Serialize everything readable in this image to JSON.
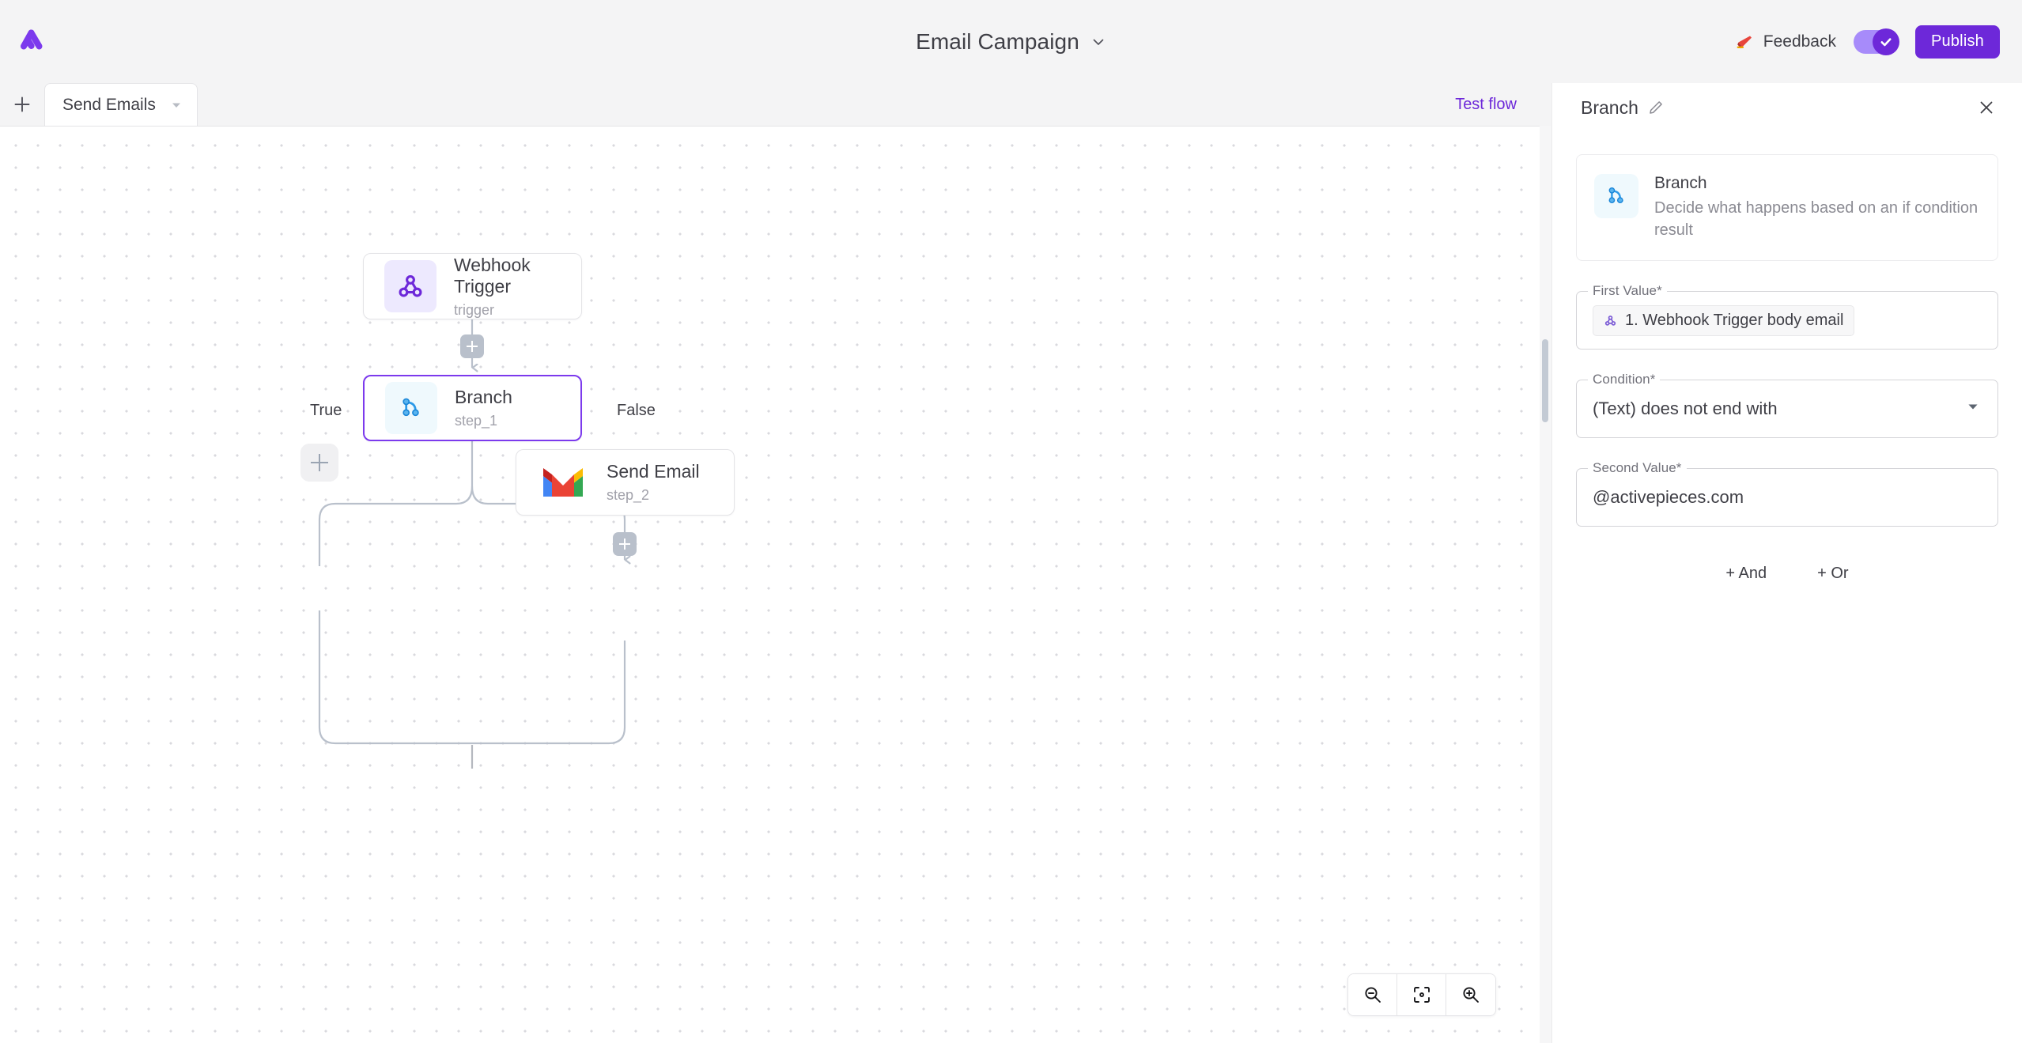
{
  "header": {
    "logo_name": "activepieces-logo",
    "flow_title": "Email Campaign",
    "title_caret": "chevron-down-icon",
    "feedback_label": "Feedback",
    "feedback_icon": "megaphone-icon",
    "toggle_state": "on",
    "toggle_icon": "check-icon",
    "publish_label": "Publish",
    "accent_color": "#6d28d9",
    "toggle_track_color": "#a78bfa"
  },
  "tabstrip": {
    "add_tab_icon": "plus-icon",
    "active_tab_label": "Send Emails",
    "tab_caret_icon": "caret-down-icon",
    "test_flow_label": "Test flow"
  },
  "canvas": {
    "nodes": [
      {
        "title": "Webhook Trigger",
        "subtitle": "trigger",
        "icon": "webhook-icon",
        "selected": false
      },
      {
        "title": "Branch",
        "subtitle": "step_1",
        "icon": "branch-icon",
        "selected": true
      },
      {
        "title": "Send Email",
        "subtitle": "step_2",
        "icon": "gmail-icon",
        "selected": false
      }
    ],
    "edge_labels": [
      "True",
      "False"
    ],
    "add_step_icon": "plus-icon",
    "zoom_controls": [
      {
        "name": "zoom-out-button",
        "icon": "magnifier-minus-icon"
      },
      {
        "name": "fit-to-view-button",
        "icon": "focus-frame-icon"
      },
      {
        "name": "zoom-in-button",
        "icon": "magnifier-plus-icon"
      }
    ]
  },
  "panel": {
    "title": "Branch",
    "edit_icon": "pencil-icon",
    "close_icon": "close-icon",
    "piece": {
      "name": "Branch",
      "description": "Decide what happens based on an if condition result",
      "icon": "branch-icon"
    },
    "fields": [
      {
        "label": "First Value*",
        "type": "chip",
        "chip_icon": "webhook-icon",
        "value": "1. Webhook Trigger body email"
      },
      {
        "label": "Condition*",
        "type": "select",
        "value": "(Text) does not end with",
        "caret_icon": "caret-down-icon"
      },
      {
        "label": "Second Value*",
        "type": "text",
        "value": "@activepieces.com"
      }
    ],
    "logic_buttons": [
      "+ And",
      "+ Or"
    ]
  }
}
